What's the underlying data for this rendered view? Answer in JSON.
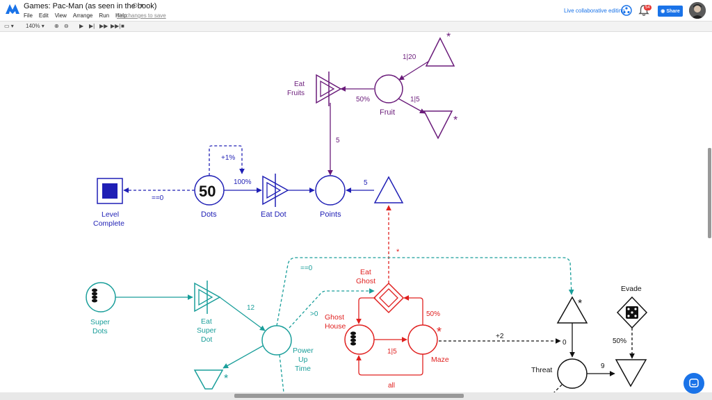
{
  "app": {
    "title": "Games: Pac-Man (as seen in the book)",
    "menu": [
      "File",
      "Edit",
      "View",
      "Arrange",
      "Run",
      "Help"
    ],
    "save_status": "No changes to save",
    "collab_label": "Live collaborative editing",
    "notifications": "54",
    "share_label": "Share"
  },
  "toolbar": {
    "zoom": "140%"
  },
  "colors": {
    "purple": "#6a1b7a",
    "blue": "#1f1fb5",
    "teal": "#199e9a",
    "red": "#e0201f",
    "black": "#111111",
    "accent": "#1a73e8"
  },
  "diagram": {
    "nodes": {
      "eat_fruits": "Eat\nFruits",
      "fruit": "Fruit",
      "level_complete": "Level\nComplete",
      "dots": "Dots",
      "dots_value": "50",
      "eat_dot": "Eat Dot",
      "points": "Points",
      "super_dots": "Super\nDots",
      "eat_super_dot": "Eat\nSuper\nDot",
      "power_up_time": "Power\nUp\nTime",
      "eat_ghost": "Eat\nGhost",
      "ghost_house": "Ghost\nHouse",
      "maze": "Maze",
      "evade": "Evade",
      "threat": "Threat"
    },
    "edge_labels": {
      "fruit_up": "1|20",
      "fruit_down": "1|5",
      "fruit_eat": "50%",
      "fruits_points": "5",
      "plus1": "+1%",
      "hundred": "100%",
      "eq0_level": "==0",
      "points_in": "5",
      "star": "*",
      "eq0_power": "==0",
      "gt0": ">0",
      "twelve": "12",
      "ghost_50": "50%",
      "ghost_15": "1|5",
      "plus2": "+2",
      "zero": "0",
      "evade_50": "50%",
      "nine": "9",
      "all": "all"
    }
  }
}
